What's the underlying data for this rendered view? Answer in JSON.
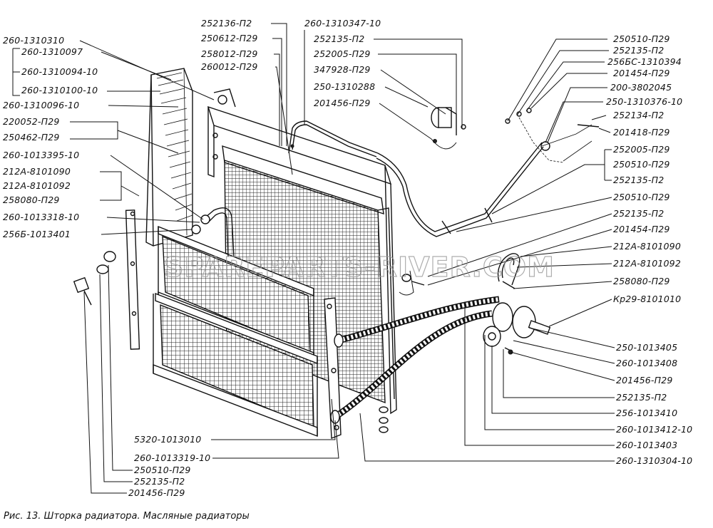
{
  "caption": "Рис. 13. Шторка радиатора. Масляные радиаторы",
  "watermark": "SPAREPARTS-RIVER.COM",
  "labels": {
    "l1": "260-1310310",
    "l2": "260-1310097",
    "l3": "260-1310094-10",
    "l4": "260-1310100-10",
    "l5": "260-1310096-10",
    "l6": "220052-П29",
    "l7": "250462-П29",
    "l8": "260-1013395-10",
    "l9": "212А-8101090",
    "l10": "212А-8101092",
    "l11": "258080-П29",
    "l12": "260-1013318-10",
    "l13": "256Б-1013401",
    "t1": "252136-П2",
    "t2": "250612-П29",
    "t3": "258012-П29",
    "t4": "260012-П29",
    "t5": "260-1310347-10",
    "t6": "252135-П2",
    "t7": "252005-П29",
    "t8": "347928-П29",
    "t9": "250-1310288",
    "t10": "201456-П29",
    "r1": "250510-П29",
    "r2": "252135-П2",
    "r3": "256БС-1310394",
    "r4": "201454-П29",
    "r5": "200-3802045",
    "r6": "250-1310376-10",
    "r7": "252134-П2",
    "r8": "201418-П29",
    "r9": "252005-П29",
    "r10": "250510-П29",
    "r11": "252135-П2",
    "r12": "250510-П29",
    "r13": "252135-П2",
    "r14": "201454-П29",
    "r15": "212А-8101090",
    "r16": "212А-8101092",
    "r17": "258080-П29",
    "r18": "Кр29-8101010",
    "r19": "250-1013405",
    "r20": "260-1013408",
    "r21": "201456-П29",
    "r22": "252135-П2",
    "r23": "256-1013410",
    "r24": "260-1013412-10",
    "r25": "260-1013403",
    "r26": "260-1310304-10",
    "b1": "5320-1013010",
    "b2": "260-1013319-10",
    "b3": "250510-П29",
    "b4": "252135-П2",
    "b5": "201456-П29"
  }
}
